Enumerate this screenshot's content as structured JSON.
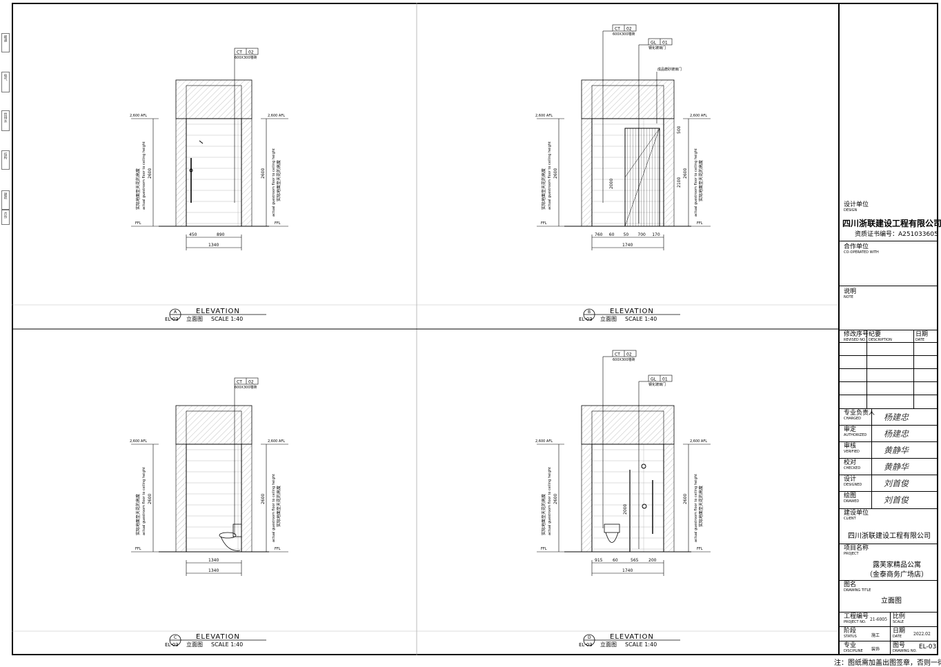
{
  "elevations": [
    {
      "letter": "A",
      "sheet": "EL-03",
      "heading": "ELEVATION",
      "subtitle": "立面图",
      "scale": "SCALE 1:40"
    },
    {
      "letter": "B",
      "sheet": "EL-03",
      "heading": "ELEVATION",
      "subtitle": "立面图",
      "scale": "SCALE 1:40"
    },
    {
      "letter": "C",
      "sheet": "EL-03",
      "heading": "ELEVATION",
      "subtitle": "立面图",
      "scale": "SCALE 1:40"
    },
    {
      "letter": "D",
      "sheet": "EL-03",
      "heading": "ELEVATION",
      "subtitle": "立面图",
      "scale": "SCALE 1:40"
    }
  ],
  "annotations": {
    "ct_code": "CT",
    "ct_num": "02",
    "ct_desc": "600X300墙砖",
    "gl_code": "GL",
    "gl_num": "01",
    "gl_desc_b": "钢化玻璃门",
    "gl_desc_d": "钢化玻璃门",
    "door_desc": "成品磨砂玻璃门",
    "afl": "2,600 AFL",
    "ffl": "FFL",
    "height_cn": "实际地面至天花的高度",
    "height_en": "actual guestroom floor to ceiling height",
    "dim_2600": "2600",
    "dim_2000": "2000",
    "dim_2100": "2100",
    "dim_500": "500"
  },
  "dims": {
    "a_row1": [
      "450",
      "890"
    ],
    "a_total": "1340",
    "b_row1": [
      "760",
      "60",
      "50",
      "700",
      "170"
    ],
    "b_total": "1740",
    "c_row1": "1340",
    "c_total": "1340",
    "d_row1": [
      "915",
      "60",
      "565",
      "200"
    ],
    "d_total": "1740"
  },
  "title_block": {
    "design_unit_cn": "设计单位",
    "design_unit_en": "DESIGN",
    "company": "四川浙联建设工程有限公司",
    "cert": "资质证书编号：A251033605",
    "coop_cn": "合作单位",
    "coop_en": "CO-OPERATED  WITH",
    "note_cn": "说明",
    "note_en": "NOTE",
    "rev_no_cn": "修改序号",
    "rev_no_en": "REVISED NO.",
    "rev_desc_cn": "纪要",
    "rev_desc_en": "DESCRIPTION",
    "rev_date_cn": "日期",
    "rev_date_en": "DATE",
    "roles": [
      {
        "cn": "专业负责人",
        "en": "CHARGED",
        "sig": "杨建忠"
      },
      {
        "cn": "审定",
        "en": "AUTHORIZED",
        "sig": "杨建忠"
      },
      {
        "cn": "审核",
        "en": "VERIFIED",
        "sig": "黄静华"
      },
      {
        "cn": "校对",
        "en": "CHECKED",
        "sig": "黄静华"
      },
      {
        "cn": "设计",
        "en": "DESIGNED",
        "sig": "刘首俊"
      },
      {
        "cn": "绘图",
        "en": "DRAWED",
        "sig": "刘首俊"
      }
    ],
    "client_cn": "建设单位",
    "client_en": "CLIENT",
    "client": "四川浙联建设工程有限公司",
    "project_cn": "项目名称",
    "project_en": "PROJECT",
    "project_line1": "露芙家精品公寓",
    "project_line2": "（金泰商务广场店）",
    "title_cn": "图名",
    "title_en": "DRAWING TITLE",
    "drawing_title": "立面图",
    "proj_no_cn": "工程编号",
    "proj_no_en": "PROJECT NO.",
    "proj_no": "21-6005",
    "scale_cn": "比例",
    "scale_en": "SCALE",
    "status_cn": "阶段",
    "status_en": "STATUS",
    "status": "施工",
    "date_cn": "日期",
    "date_en": "DATE",
    "date": "2022.02",
    "disc_cn": "专业",
    "disc_en": "DISCIPLINE",
    "discipline": "装饰",
    "dwg_no_cn": "图号",
    "dwg_no_en": "DRAWING NO.",
    "dwg_no": "EL-03"
  },
  "footer_note": "注：图纸需加盖出图签章，否则一律无效。",
  "side_tabs": [
    "暖通",
    "电气",
    "给排水",
    "结构",
    "建筑",
    "合作"
  ]
}
